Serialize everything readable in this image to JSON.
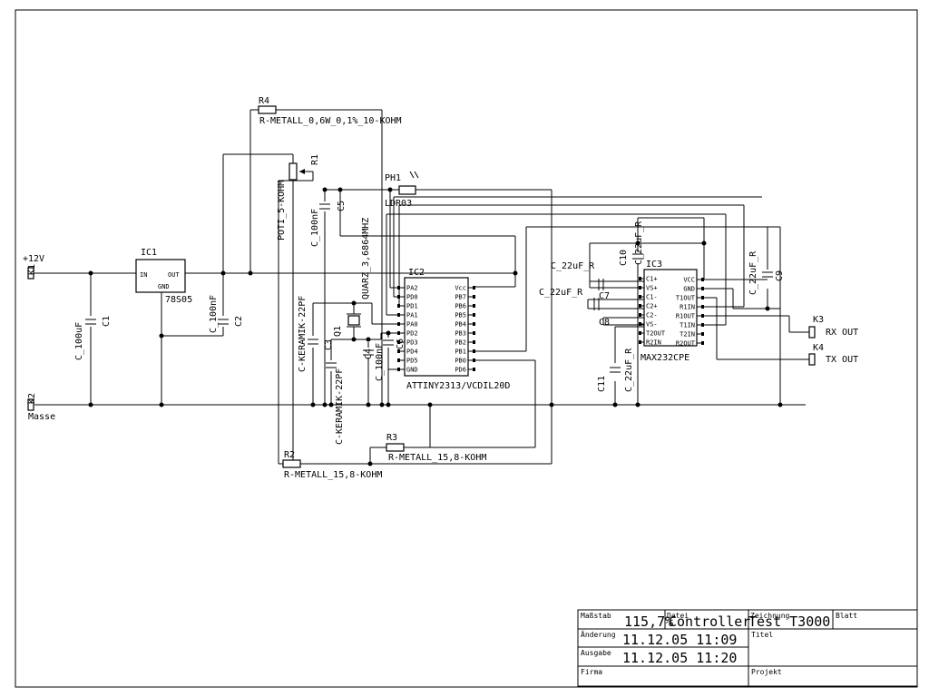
{
  "ic1": {
    "ref": "IC1",
    "value": "78S05",
    "pin_in": "IN",
    "pin_gnd": "GND",
    "pin_out": "OUT"
  },
  "ic2": {
    "ref": "IC2",
    "value": "ATTINY2313/VCDIL20D",
    "left_pins": [
      "PA2",
      "PD0",
      "PD1",
      "PA1",
      "PA0",
      "PD2",
      "PD3",
      "PD4",
      "PD5",
      "GND"
    ],
    "right_pins": [
      "Vcc",
      "PB7",
      "PB6",
      "PB5",
      "PB4",
      "PB3",
      "PB2",
      "PB1",
      "PB0",
      "PD6"
    ]
  },
  "ic3": {
    "ref": "IC3",
    "value": "MAX232CPE",
    "left_pins": [
      "C1+",
      "VS+",
      "C1-",
      "C2+",
      "C2-",
      "VS-",
      "T2OUT",
      "R2IN"
    ],
    "right_pins": [
      "VCC",
      "GND",
      "T1OUT",
      "R1IN",
      "R1OUT",
      "T1IN",
      "T2IN",
      "R2OUT"
    ]
  },
  "connectors": {
    "k1": {
      "ref": "K1",
      "label": "+12V"
    },
    "k2": {
      "ref": "K2",
      "label": "Masse"
    },
    "k3": {
      "ref": "K3",
      "label": "RX OUT"
    },
    "k4": {
      "ref": "K4",
      "label": "TX OUT"
    }
  },
  "components": {
    "c1": {
      "ref": "C1",
      "value": "C_100uF"
    },
    "c2": {
      "ref": "C2",
      "value": "C_100nF"
    },
    "c3": {
      "ref": "C3",
      "value": "C-KERAMIK-22PF"
    },
    "c4": {
      "ref": "C4",
      "value": "C_100nF"
    },
    "c5": {
      "ref": "C5",
      "value": "C_100nF"
    },
    "c6": {
      "ref": "C6",
      "value": "C_100nF"
    },
    "c7": {
      "ref": "C7",
      "value": "C_22uF_R"
    },
    "c8": {
      "ref": "C8",
      "value": "C_22uF_R"
    },
    "c9": {
      "ref": "C9",
      "value": "C_22uF_R"
    },
    "c10": {
      "ref": "C10",
      "value": "C_22uF_R"
    },
    "c11": {
      "ref": "C11",
      "value": "C_22uF_R"
    },
    "ck2": {
      "value": "C-KERAMIK-22PF"
    },
    "q1": {
      "ref": "Q1",
      "value": "QUARZ_3,6864MHZ"
    },
    "r1": {
      "ref": "R1",
      "value": "POTI_5-KOHM"
    },
    "r2": {
      "ref": "R2",
      "value": "R-METALL_15,8-KOHM"
    },
    "r3": {
      "ref": "R3",
      "value": "R-METALL_15,8-KOHM"
    },
    "r4": {
      "ref": "R4",
      "value": "R-METALL_0,6W_0,1%_10-KOHM"
    },
    "ph1": {
      "ref": "PH1",
      "value": "LDR03"
    }
  },
  "title_block": {
    "massstab_label": "Maßstab",
    "massstab_value": "115,7%",
    "datei_label": "Datei",
    "datei_value": "Controller",
    "zeichnung_label": "Zeichnung",
    "zeichnung_value": "Test T3000",
    "blatt_label": "Blatt",
    "aenderung_label": "Änderung",
    "aenderung_value": "11.12.05 11:09",
    "titel_label": "Titel",
    "ausgabe_label": "Ausgabe",
    "ausgabe_value": "11.12.05 11:20",
    "firma_label": "Firma",
    "projekt_label": "Projekt"
  }
}
